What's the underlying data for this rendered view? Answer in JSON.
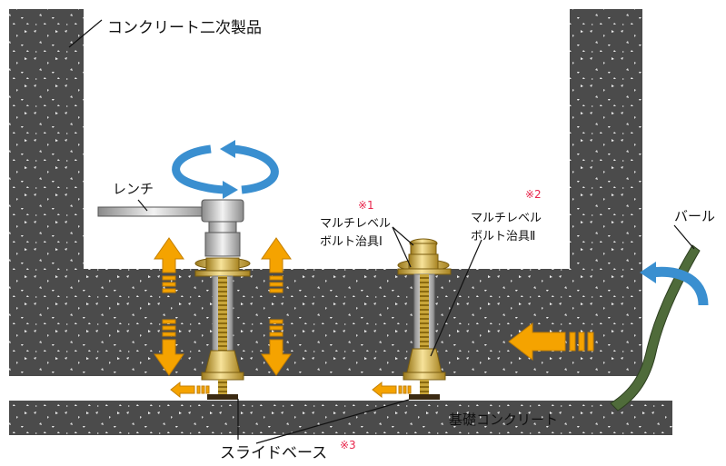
{
  "labels": {
    "secondary_product": "コンクリート二次製品",
    "wrench": "レンチ",
    "jig1_line1": "マルチレベル",
    "jig1_line2": "ボルト治具Ⅰ",
    "jig1_note": "※1",
    "jig2_line1": "マルチレベル",
    "jig2_line2": "ボルト治具Ⅱ",
    "jig2_note": "※2",
    "bar": "バール",
    "foundation": "基礎コンクリート",
    "slide_base": "スライドベース",
    "slide_base_note": "※3"
  },
  "colors": {
    "concrete": "#4b4b4b",
    "arrow_orange": "#f5a300",
    "arrow_blue": "#3a8fd0",
    "bolt_gold": "#d9b64a",
    "note_red": "#e8264c",
    "bar_green": "#4f6b3a"
  }
}
